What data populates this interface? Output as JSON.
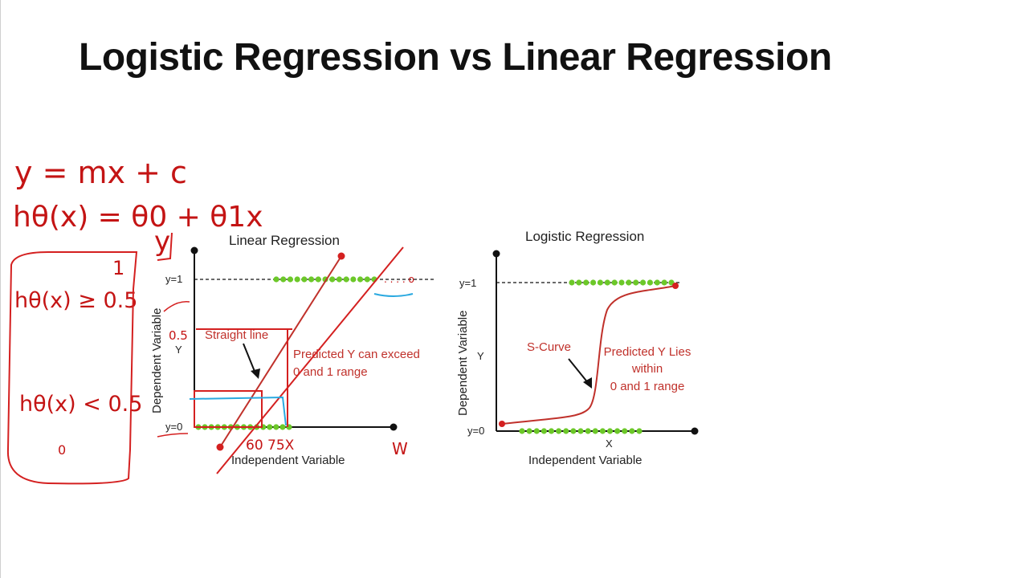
{
  "slide": {
    "title": "Logistic Regression vs Linear Regression"
  },
  "colors": {
    "ink_red": "#d42020",
    "curve_red": "#c0312b",
    "point_green": "#6cc829",
    "axis_black": "#111111",
    "ink_blue": "#2aa9e0"
  },
  "handwritten_notes": {
    "line1": "y = mx + c",
    "line2": "hθ(x) = θ0 + θ1x",
    "y_mark": "y",
    "one_mark": "1",
    "cond1": "hθ(x) ≥ 0.5",
    "cond2": "hθ(x) < 0.5",
    "zero_mark": "0",
    "tick_05": "0.5",
    "x_marks": "60  75X",
    "w_mark": "W"
  },
  "charts": [
    {
      "title": "Linear Regression",
      "ylabel": "Dependent Variable",
      "xlabel": "Independent Variable",
      "y_axis_letter": "Y",
      "y1_label": "y=1",
      "y0_label": "y=0",
      "annotation_line": "Straight line",
      "annotation_text": [
        "Predicted Y can exceed",
        "0 and 1 range"
      ]
    },
    {
      "title": "Logistic Regression",
      "ylabel": "Dependent Variable",
      "xlabel": "Independent Variable",
      "y_axis_letter": "Y",
      "x_axis_letter": "X",
      "y1_label": "y=1",
      "y0_label": "y=0",
      "annotation_curve": "S-Curve",
      "annotation_text": [
        "Predicted Y Lies",
        "within",
        "0 and 1 range"
      ]
    }
  ]
}
